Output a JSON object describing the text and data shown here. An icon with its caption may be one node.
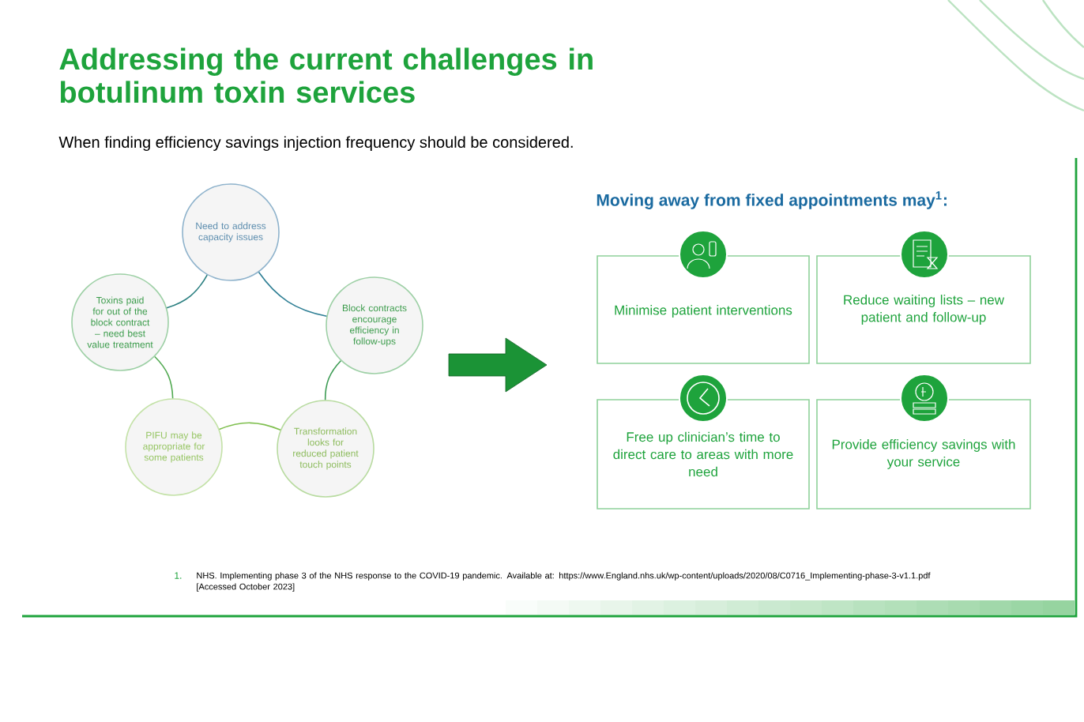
{
  "diagram": {
    "title": "Addressing the current challenges in botulinum toxin services",
    "nodes": [
      {
        "text": [
          "Need to address capacity issues"
        ]
      },
      {
        "text": [
          "Block contracts encourage efficiency in follow-ups"
        ]
      },
      {
        "text": [
          "Transformation looks for reduced patient touch points"
        ]
      },
      {
        "text": [
          "PIFU may be appropriate for some patients"
        ]
      },
      {
        "text": [
          "Toxins paid for out of the block contract – need best value treatment"
        ]
      },
      {
        "text": [
          "Minimise patient interventions"
        ]
      },
      {
        "text": [
          "Reduce waiting lists – new patient and follow-up"
        ]
      },
      {
        "text": [
          "Free up clinician’s time to direct care to areas with more need"
        ]
      },
      {
        "text": [
          "Provide efficiency savings with your service"
        ]
      }
    ],
    "edges": [
      {
        "from": 0,
        "to": 1,
        "arrow": "none",
        "color": "#2f7f95"
      },
      {
        "from": 1,
        "to": 2,
        "arrow": "none",
        "color": "#3e9c55"
      },
      {
        "from": 2,
        "to": 3,
        "arrow": "none",
        "color": "#7fbf4f"
      },
      {
        "from": 3,
        "to": 4,
        "arrow": "none",
        "color": "#52aa52"
      },
      {
        "from": 4,
        "to": 0,
        "arrow": "none",
        "color": "#2a7f80"
      }
    ],
    "labels": [
      "When finding efficiency savings injection frequency should be considered.",
      "Moving away from fixed appointments may$^{1}$:",
      "1.",
      "NHS. Implementing phase 3 of the NHS response to the COVID-19 pandemic. Available at: https://www.England.nhs.uk/wp-content/uploads/2020/08/C0716_Implementing-phase-3-v1.1.pdf [Accessed October 2023]"
    ]
  }
}
